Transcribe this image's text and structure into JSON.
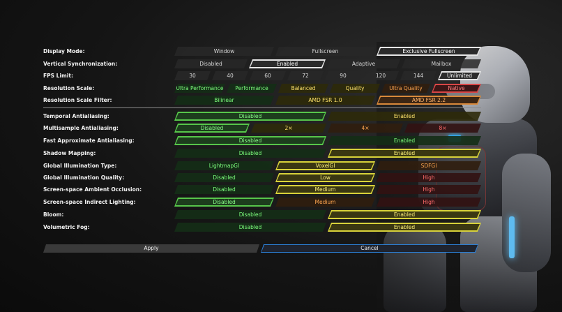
{
  "settings": [
    {
      "label": "Display Mode:",
      "options": [
        "Window",
        "Fullscreen",
        "Exclusive Fullscreen"
      ]
    },
    {
      "label": "Vertical Synchronization:",
      "options": [
        "Disabled",
        "Enabled",
        "Adaptive",
        "Mailbox"
      ]
    },
    {
      "label": "FPS Limit:",
      "options": [
        "30",
        "40",
        "60",
        "72",
        "90",
        "120",
        "144",
        "Unlimited"
      ]
    },
    {
      "label": "Resolution Scale:",
      "options": [
        "Ultra Performance",
        "Performance",
        "Balanced",
        "Quality",
        "Ultra Quality",
        "Native"
      ]
    },
    {
      "label": "Resolution Scale Filter:",
      "options": [
        "Bilinear",
        "AMD FSR 1.0",
        "AMD FSR 2.2"
      ]
    },
    {
      "label": "Temporal Antialiasing:",
      "options": [
        "Disabled",
        "Enabled"
      ]
    },
    {
      "label": "Multisample Antialiasing:",
      "options": [
        "Disabled",
        "2×",
        "4×",
        "8×"
      ]
    },
    {
      "label": "Fast Approximate Antialiasing:",
      "options": [
        "Disabled",
        "Enabled"
      ]
    },
    {
      "label": "Shadow Mapping:",
      "options": [
        "Disabled",
        "Enabled"
      ]
    },
    {
      "label": "Global Illumination Type:",
      "options": [
        "LightmapGI",
        "VoxelGI",
        "SDFGI"
      ]
    },
    {
      "label": "Global Illumination Quality:",
      "options": [
        "Disabled",
        "Low",
        "High"
      ]
    },
    {
      "label": "Screen-space Ambient Occlusion:",
      "options": [
        "Disabled",
        "Medium",
        "High"
      ]
    },
    {
      "label": "Screen-space Indirect Lighting:",
      "options": [
        "Disabled",
        "Medium",
        "High"
      ]
    },
    {
      "label": "Bloom:",
      "options": [
        "Disabled",
        "Enabled"
      ]
    },
    {
      "label": "Volumetric Fog:",
      "options": [
        "Disabled",
        "Enabled"
      ]
    }
  ],
  "buttons": {
    "apply": "Apply",
    "cancel": "Cancel"
  }
}
